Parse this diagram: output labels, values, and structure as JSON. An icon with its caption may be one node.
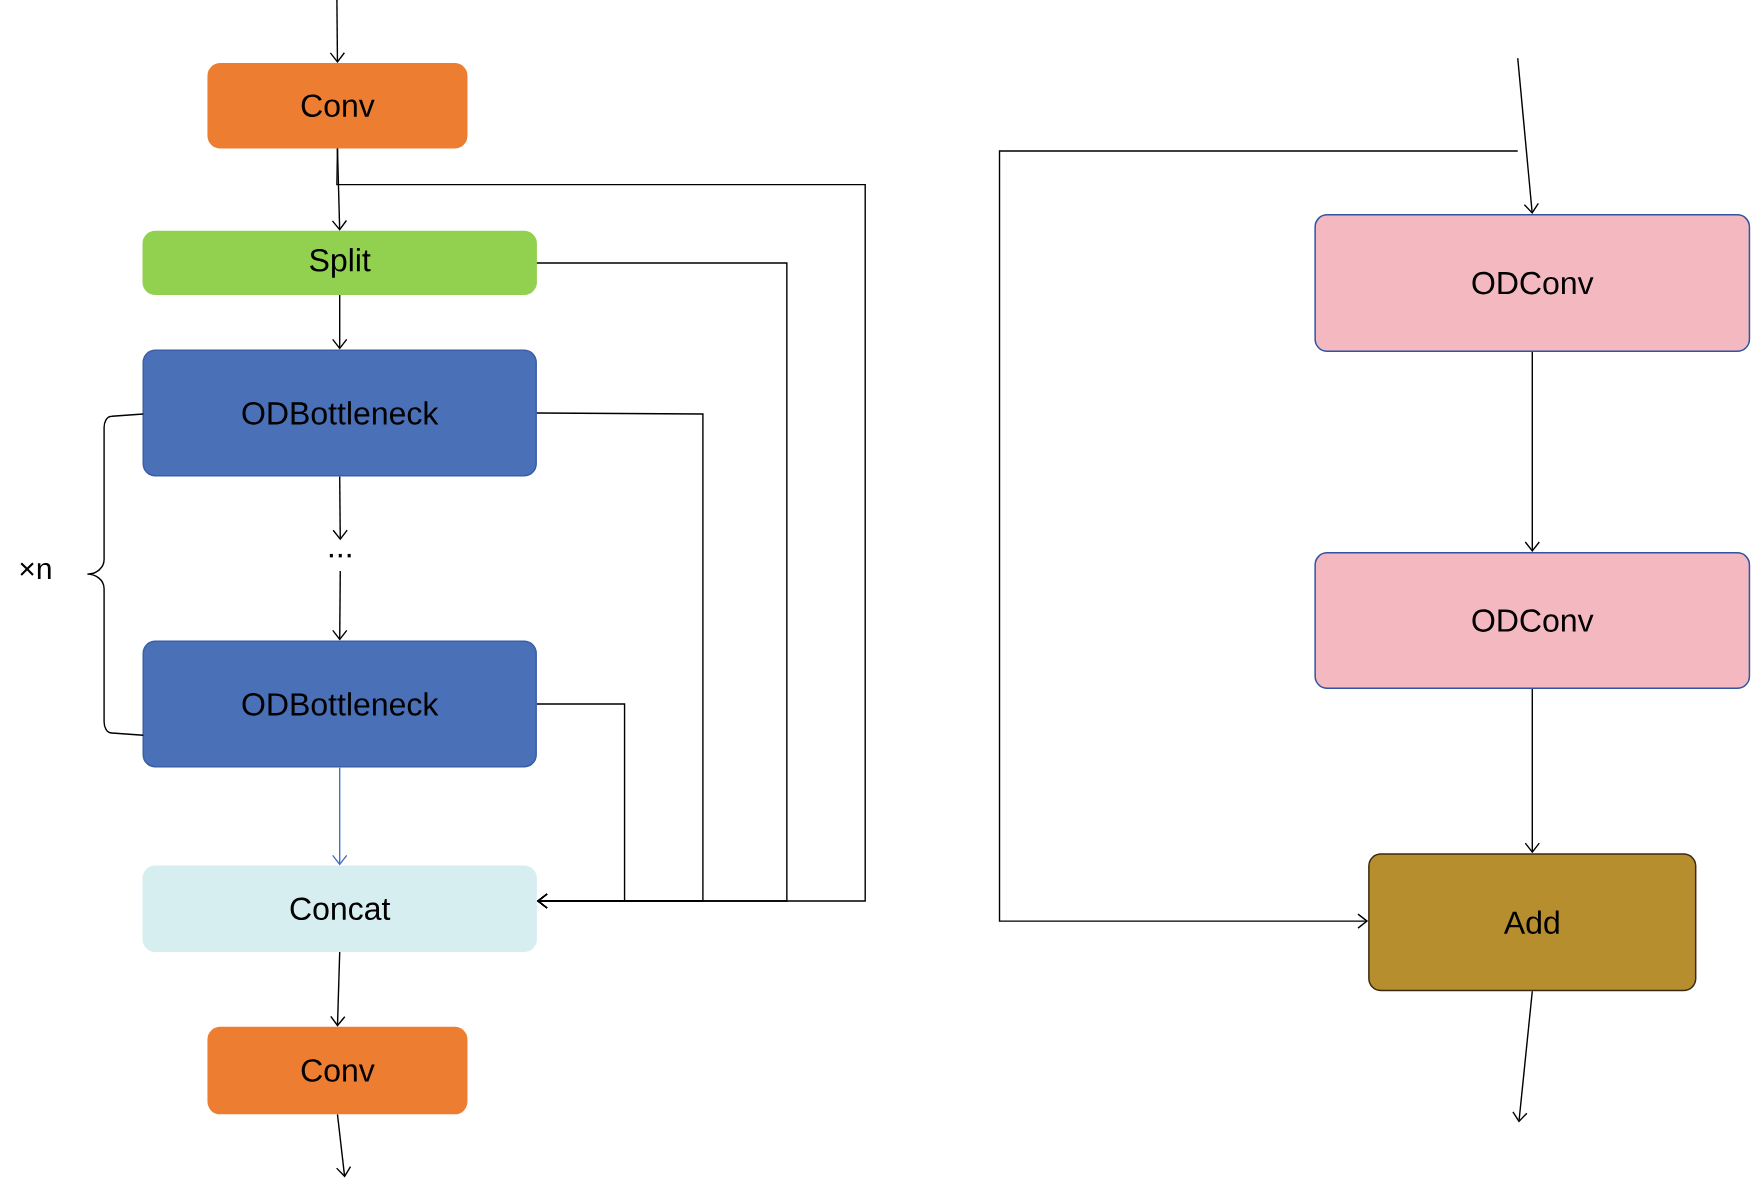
{
  "diagram": {
    "nodes": [
      {
        "text": [
          "Conv"
        ]
      },
      {
        "text": [
          "Split"
        ]
      },
      {
        "text": [
          "ODBottleneck"
        ]
      },
      {
        "text": [
          "..."
        ]
      },
      {
        "text": [
          "ODBottleneck"
        ]
      },
      {
        "text": [
          "Concat"
        ]
      },
      {
        "text": [
          "Conv"
        ]
      },
      {
        "text": [
          "ODConv"
        ]
      },
      {
        "text": [
          "ODConv"
        ]
      },
      {
        "text": [
          "Add"
        ]
      }
    ],
    "edges": [
      {
        "from": null,
        "to": 0,
        "arrow": "to"
      },
      {
        "from": 0,
        "to": 1,
        "arrow": "to"
      },
      {
        "from": 0,
        "to": 5,
        "arrow": "to"
      },
      {
        "from": 1,
        "to": 2,
        "arrow": "to"
      },
      {
        "from": 1,
        "to": 5,
        "arrow": "to"
      },
      {
        "from": 2,
        "to": 3,
        "arrow": "to"
      },
      {
        "from": 2,
        "to": 5,
        "arrow": "to"
      },
      {
        "from": 3,
        "to": 4,
        "arrow": "to"
      },
      {
        "from": 4,
        "to": 5,
        "arrow": "to",
        "color": "#4472c4"
      },
      {
        "from": 4,
        "to": 5,
        "arrow": "to"
      },
      {
        "from": 5,
        "to": 6,
        "arrow": "to"
      },
      {
        "from": 6,
        "to": null,
        "arrow": "to"
      },
      {
        "from": null,
        "to": 7,
        "arrow": "to"
      },
      {
        "from": null,
        "to": 9,
        "arrow": "to"
      },
      {
        "from": 7,
        "to": 8,
        "arrow": "to"
      },
      {
        "from": 8,
        "to": 9,
        "arrow": "to"
      },
      {
        "from": 9,
        "to": null,
        "arrow": "to"
      }
    ],
    "labels": [
      "×n"
    ]
  }
}
